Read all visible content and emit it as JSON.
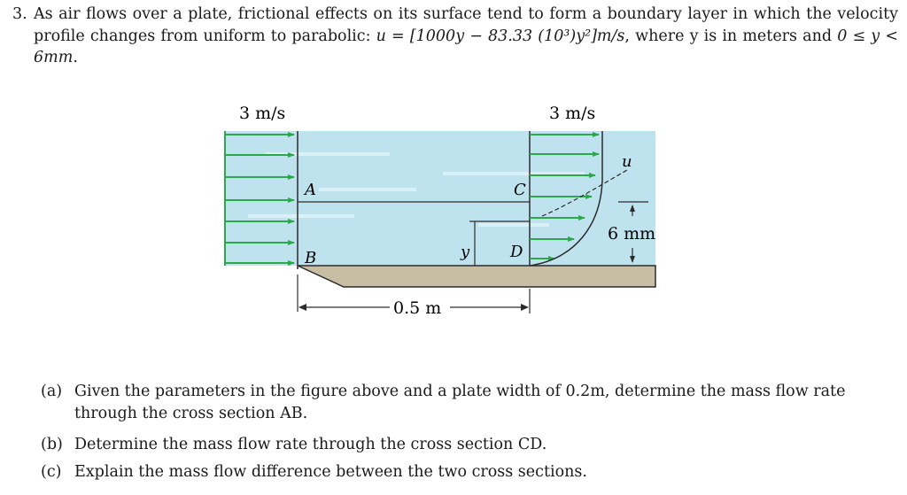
{
  "problem": {
    "number": "3.",
    "text_before": "As air flows over a plate, frictional effects on its surface tend to form a boundary layer in which the velocity profile changes from uniform to parabolic: ",
    "equation": "u = [1000y − 83.33 (10³)y²]m/s",
    "text_after": ", where y is in meters and ",
    "range": "0 ≤ y < 6mm",
    "end": "."
  },
  "figure": {
    "left_velocity": "3 m/s",
    "right_velocity": "3 m/s",
    "label_A": "A",
    "label_B": "B",
    "label_C": "C",
    "label_D": "D",
    "label_y": "y",
    "label_u": "u",
    "thickness": "6 mm",
    "length": "0.5 m",
    "colors": {
      "air": "#bfe3ee",
      "arrow": "#2aa84a",
      "plate": "#c7bea3",
      "line": "#2b2b2b"
    }
  },
  "parts": [
    {
      "label": "(a)",
      "text": "Given the parameters in the figure above and a plate width of 0.2m, determine the mass flow rate through the cross section AB."
    },
    {
      "label": "(b)",
      "text": "Determine the mass flow rate through the cross section CD."
    },
    {
      "label": "(c)",
      "text": "Explain the mass flow difference between the two cross sections."
    }
  ]
}
